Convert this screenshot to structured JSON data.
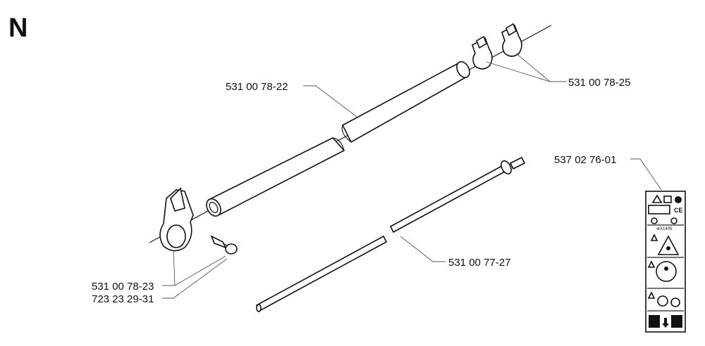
{
  "diagram": {
    "section_letter": "N",
    "labels": {
      "upper_tube": "531 00 78-22",
      "brackets": "531 00 78-25",
      "decal": "537 02 76-01",
      "drive_shaft": "531 00 77-27",
      "lower_clamp": "531 00 78-23",
      "screw": "723 23 29-31"
    },
    "decal_text": {
      "ce_mark": "CE",
      "model_code": "⊕X1405"
    }
  }
}
